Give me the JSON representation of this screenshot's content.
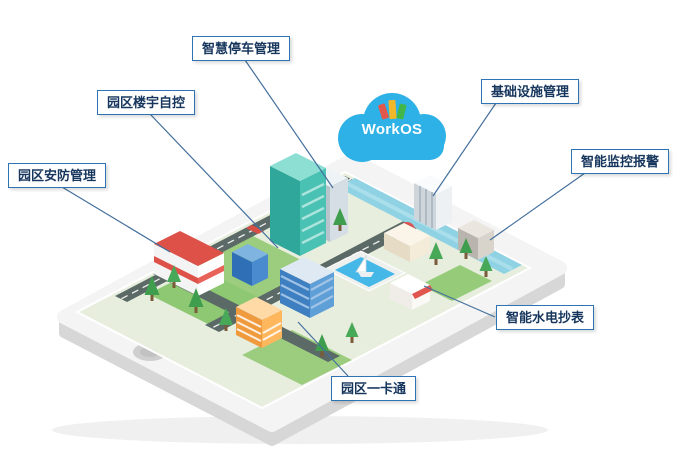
{
  "diagram": {
    "cloud_title": "WorkOS",
    "labels": [
      {
        "id": "smart-parking",
        "text": "智慧停车管理"
      },
      {
        "id": "building-automation",
        "text": "园区楼宇自控"
      },
      {
        "id": "security",
        "text": "园区安防管理"
      },
      {
        "id": "infrastructure",
        "text": "基础设施管理"
      },
      {
        "id": "monitoring-alarm",
        "text": "智能监控报警"
      },
      {
        "id": "utility-metering",
        "text": "智能水电抄表"
      },
      {
        "id": "one-card",
        "text": "园区一卡通"
      }
    ],
    "colors": {
      "label_border": "#2E74B5",
      "label_text": "#17365D",
      "cloud": "#2EB1E6",
      "line": "#44709D"
    }
  }
}
